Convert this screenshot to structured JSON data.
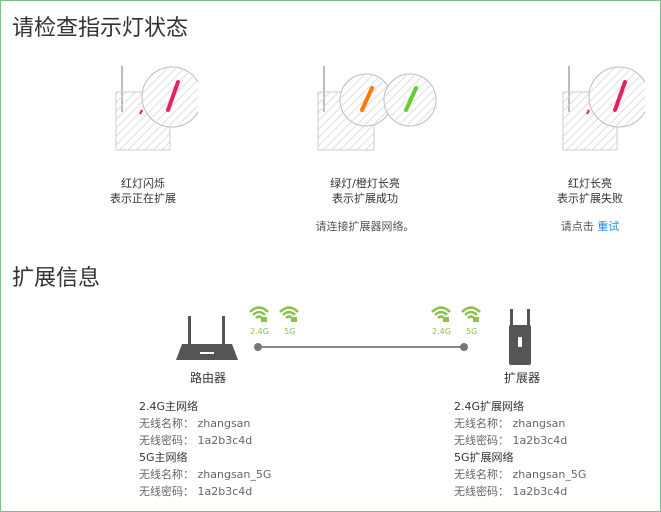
{
  "section1_title": "请检查指示灯状态",
  "indicators": [
    {
      "line1": "红灯闪烁",
      "line2": "表示正在扩展",
      "note": ""
    },
    {
      "line1": "绿灯/橙灯长亮",
      "line2": "表示扩展成功",
      "note": "请连接扩展器网络。"
    },
    {
      "line1": "红灯长亮",
      "line2": "表示扩展失败",
      "note_prefix": "请点击 ",
      "link": "重试"
    }
  ],
  "section2_title": "扩展信息",
  "wifi_labels": {
    "b24": "2.4G",
    "b5": "5G"
  },
  "devices": {
    "router": "路由器",
    "extender": "扩展器"
  },
  "colors": {
    "red": "#e91e63",
    "orange": "#ff7a00",
    "green": "#66cc33",
    "wifi": "#8bc34a",
    "link": "#1a8cff"
  },
  "router_info": {
    "g24_title": "2.4G主网络",
    "g24_name_label": "无线名称：",
    "g24_name": "zhangsan",
    "g24_pwd_label": "无线密码：",
    "g24_pwd": "1a2b3c4d",
    "g5_title": "5G主网络",
    "g5_name_label": "无线名称：",
    "g5_name": "zhangsan_5G",
    "g5_pwd_label": "无线密码：",
    "g5_pwd": "1a2b3c4d"
  },
  "extender_info": {
    "g24_title": "2.4G扩展网络",
    "g24_name_label": "无线名称：",
    "g24_name": "zhangsan",
    "g24_pwd_label": "无线密码：",
    "g24_pwd": "1a2b3c4d",
    "g5_title": "5G扩展网络",
    "g5_name_label": "无线名称：",
    "g5_name": "zhangsan_5G",
    "g5_pwd_label": "无线密码：",
    "g5_pwd": "1a2b3c4d"
  }
}
